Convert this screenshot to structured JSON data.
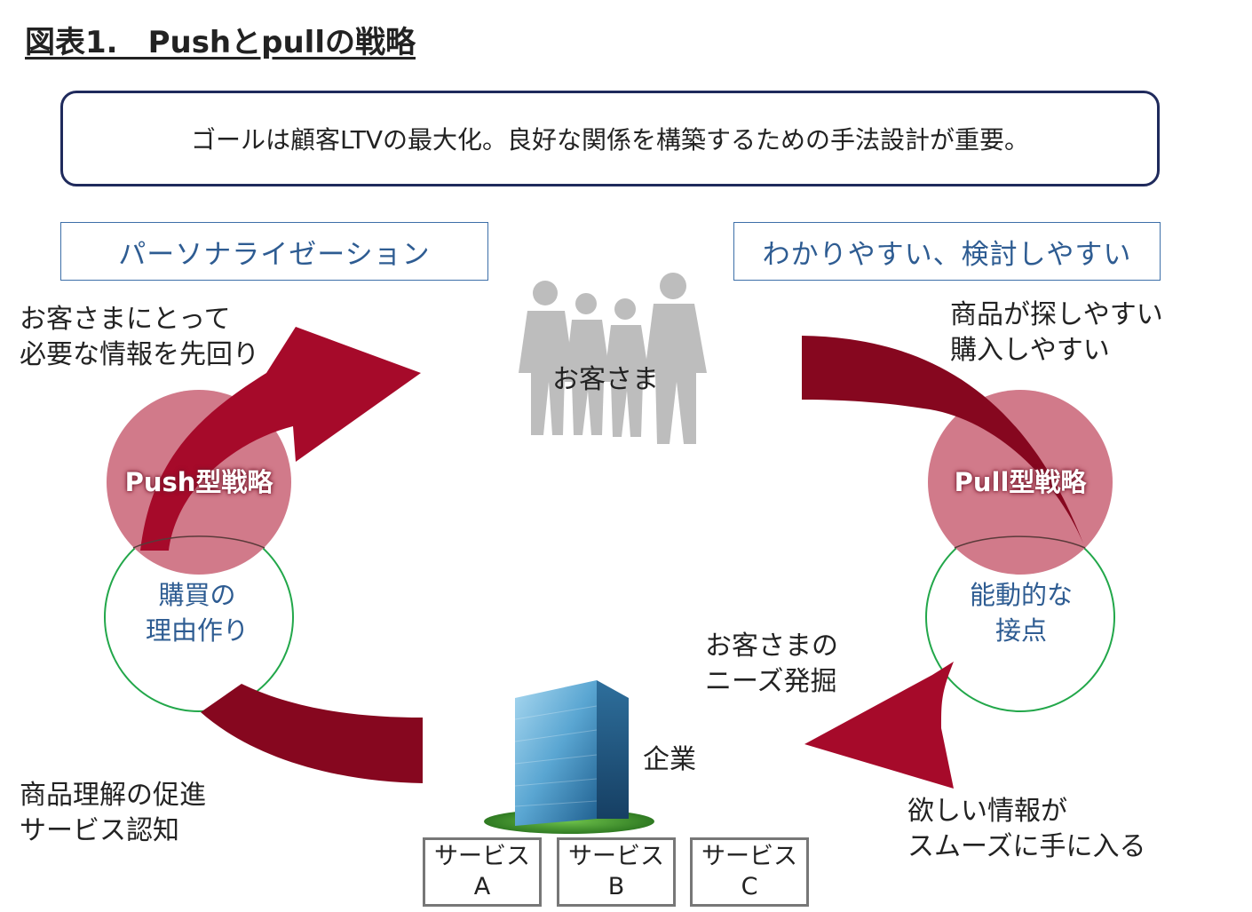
{
  "title": "図表1.　Pushとpullの戦略",
  "goal": "ゴールは顧客LTVの最大化。良好な関係を構築するための手法設計が重要。",
  "headers": {
    "left": "パーソナライゼーション",
    "right": "わかりやすい、検討しやすい"
  },
  "labels": {
    "push_note": "お客さまにとって\n必要な情報を先回り",
    "customers": "お客さま",
    "pull_note": "商品が探しやすい\n購入しやすい",
    "needs": "お客さまの\nニーズ発掘",
    "company": "企業",
    "understanding": "商品理解の促進\nサービス認知",
    "smooth": "欲しい情報が\nスムーズに手に入る"
  },
  "strategies": {
    "push": {
      "name": "Push型戦略",
      "sub": "購買の\n理由作り"
    },
    "pull": {
      "name": "Pull型戦略",
      "sub": "能動的な\n接点"
    }
  },
  "services": [
    {
      "line1": "サービス",
      "line2": "A"
    },
    {
      "line1": "サービス",
      "line2": "B"
    },
    {
      "line1": "サービス",
      "line2": "C"
    }
  ],
  "colors": {
    "arrow_red": "#a60a2a",
    "arrow_dark": "#86071f",
    "circle_pink": "#d17a8a",
    "circle_outline": "#22a74a",
    "header_blue": "#2e5c92",
    "goal_border": "#1f2a5c"
  }
}
